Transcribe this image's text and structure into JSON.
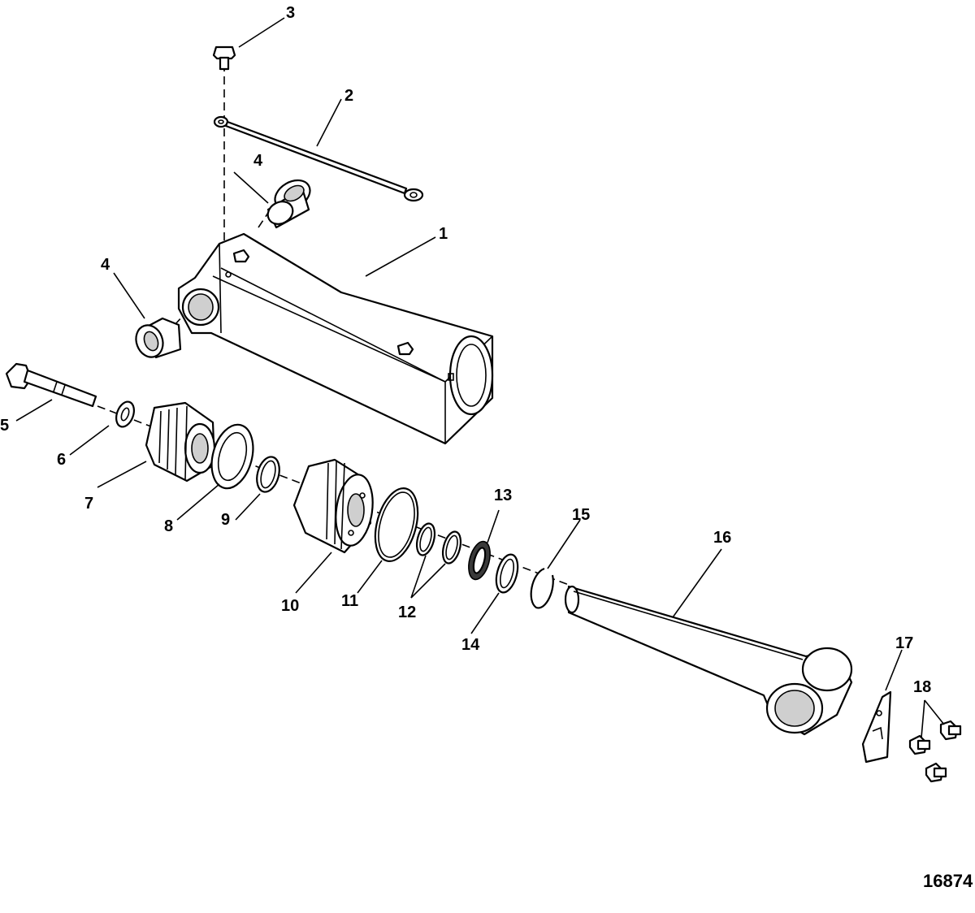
{
  "callouts": [
    "1",
    "2",
    "3",
    "4",
    "4",
    "5",
    "6",
    "7",
    "8",
    "9",
    "10",
    "11",
    "12",
    "13",
    "14",
    "15",
    "16",
    "17",
    "18"
  ],
  "figure_number": "16874"
}
